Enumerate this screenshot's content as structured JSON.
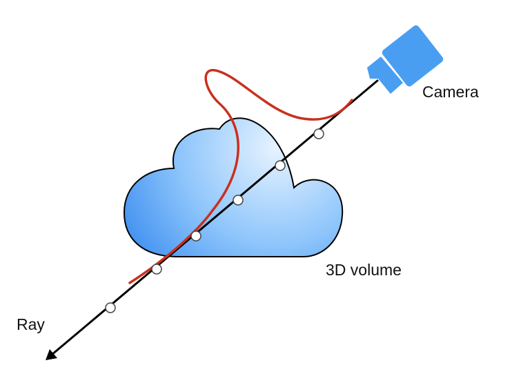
{
  "labels": {
    "camera": "Camera",
    "volume": "3D volume",
    "ray": "Ray"
  },
  "icons": {
    "camera": "video-camera-icon",
    "volume": "cloud-icon"
  },
  "colors": {
    "camera": "#4a9ef2",
    "cloud_dark": "#3c8df0",
    "cloud_light": "#e6f3ff",
    "cloud_outline": "#000000",
    "ray": "#000000",
    "curve": "#c9301f",
    "sample_fill": "#ffffff"
  },
  "sample_point_count": 6
}
